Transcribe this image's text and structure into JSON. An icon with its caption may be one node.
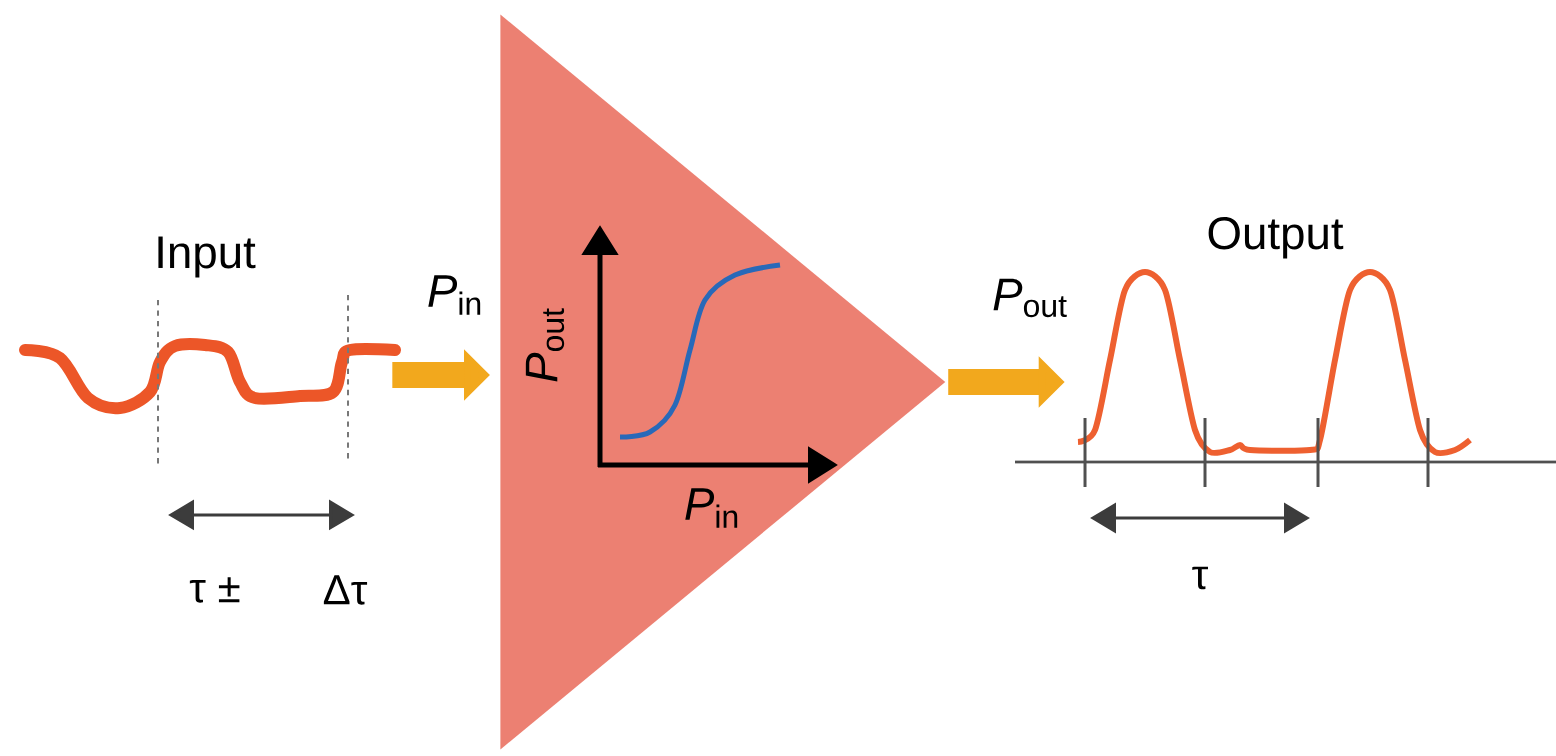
{
  "diagram": {
    "nodes": [
      {
        "text": [
          "Input"
        ]
      },
      {
        "text": [
          "*P*$_{out}$",
          "*P*$_{in}$"
        ]
      },
      {
        "text": [
          "Output"
        ]
      }
    ],
    "edges": [
      {
        "from": 0,
        "to": 1,
        "arrow": "to",
        "label": "*P*$_{in}$"
      },
      {
        "from": 1,
        "to": 2,
        "arrow": "to",
        "label": "*P*$_{out}$"
      }
    ],
    "labels": [
      "τ ±",
      "Δτ",
      "τ"
    ]
  }
}
